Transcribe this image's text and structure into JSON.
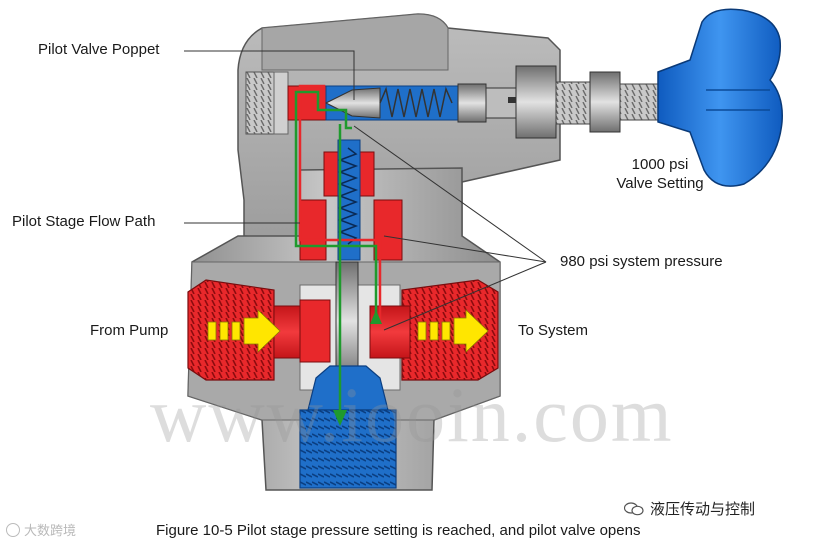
{
  "labels": {
    "pilot_valve_poppet": "Pilot Valve Poppet",
    "pilot_stage_flow_path": "Pilot Stage Flow Path",
    "valve_setting_value": "1000 psi",
    "valve_setting_text": "Valve Setting",
    "system_pressure": "980 psi system pressure",
    "from_pump": "From Pump",
    "to_system": "To System"
  },
  "caption": "Figure 10-5    Pilot stage pressure setting is reached, and pilot valve opens",
  "watermark": "www.iooin.com",
  "brand": "液压传动与控制",
  "corner_mark": "大数跨境",
  "colors": {
    "body_gray": "#b3b3b3",
    "pressure_red": "#e8282b",
    "tank_blue": "#1f6fc9",
    "flow_arrow_yellow": "#ffe600",
    "pilot_line_green": "#1f9a2d"
  }
}
